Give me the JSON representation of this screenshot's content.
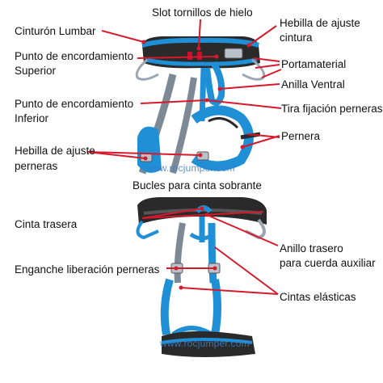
{
  "colors": {
    "leader_line": "#d6192b",
    "webbing_blue": "#1f8fd6",
    "webbing_dark": "#2a2a2a",
    "webbing_gray": "#7d8a96",
    "buckle": "#b9c2cb",
    "watermark": "#3d7fc8"
  },
  "labels": {
    "slot_tornillos": "Slot tornillos de hielo",
    "hebilla_cintura_1": "Hebilla de ajuste",
    "hebilla_cintura_2": "cintura",
    "cinturon_lumbar": "Cinturón Lumbar",
    "punto_superior_1": "Punto de encordamiento",
    "punto_superior_2": "Superior",
    "portamaterial": "Portamaterial",
    "anilla_ventral": "Anilla Ventral",
    "punto_inferior_1": "Punto de encordamiento",
    "punto_inferior_2": "Inferior",
    "tira_fijacion": "Tira fijación perneras",
    "pernera": "Pernera",
    "hebilla_perneras_1": "Hebilla de ajuste",
    "hebilla_perneras_2": "perneras",
    "bucles": "Bucles para cinta sobrante",
    "cinta_trasera": "Cinta trasera",
    "anillo_trasero_1": "Anillo trasero",
    "anillo_trasero_2": "para cuerda auxiliar",
    "enganche": "Enganche liberación perneras",
    "cintas_elasticas": "Cintas elásticas"
  },
  "watermark": {
    "top": "www.rocjumper.com",
    "bottom": "www.rocjumper.com"
  }
}
